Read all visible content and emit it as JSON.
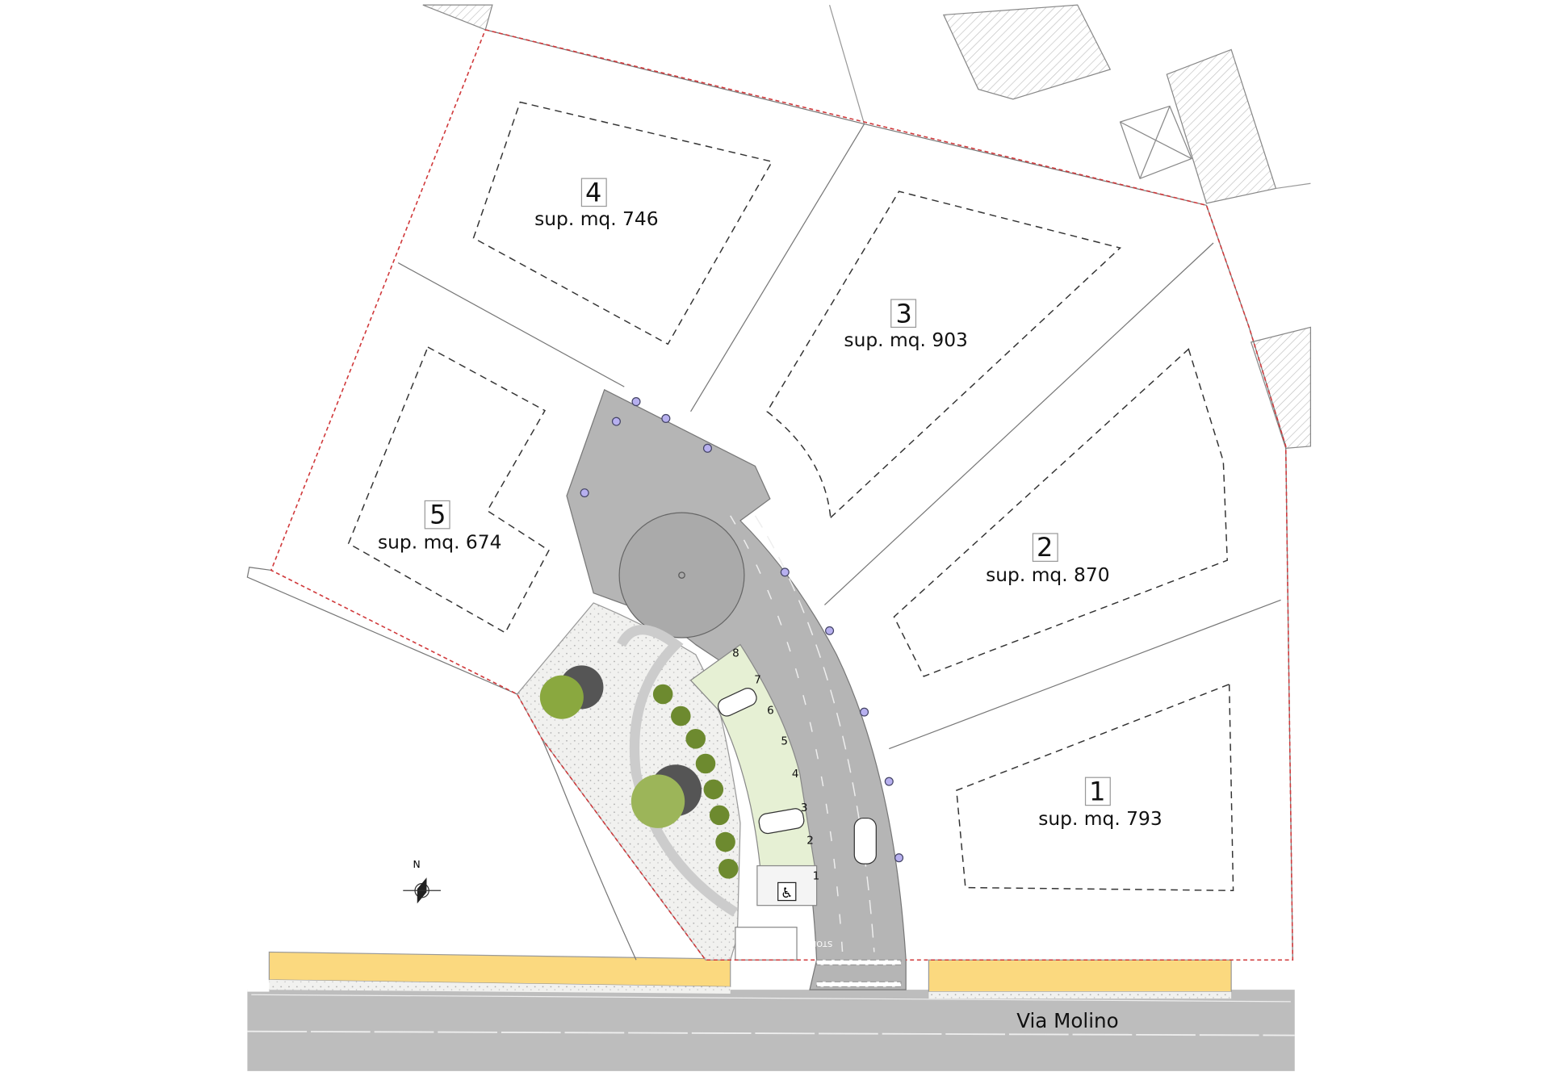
{
  "lots": [
    {
      "number": "1",
      "area_label": "sup. mq. 793"
    },
    {
      "number": "2",
      "area_label": "sup. mq. 870"
    },
    {
      "number": "3",
      "area_label": "sup. mq. 903"
    },
    {
      "number": "4",
      "area_label": "sup. mq. 746"
    },
    {
      "number": "5",
      "area_label": "sup. mq. 674"
    }
  ],
  "parking": {
    "spaces": [
      "1",
      "2",
      "3",
      "4",
      "5",
      "6",
      "7",
      "8"
    ],
    "accessible_space": "1"
  },
  "street": {
    "name": "Via Molino"
  },
  "road_marking": "STOP",
  "north_label": "N",
  "colors": {
    "boundary": "#d0393b",
    "road": "#b9b9b9",
    "cycle_lane": "#fbd97f",
    "parking": "#e6f0d4",
    "trees": "#7f9a3a"
  }
}
